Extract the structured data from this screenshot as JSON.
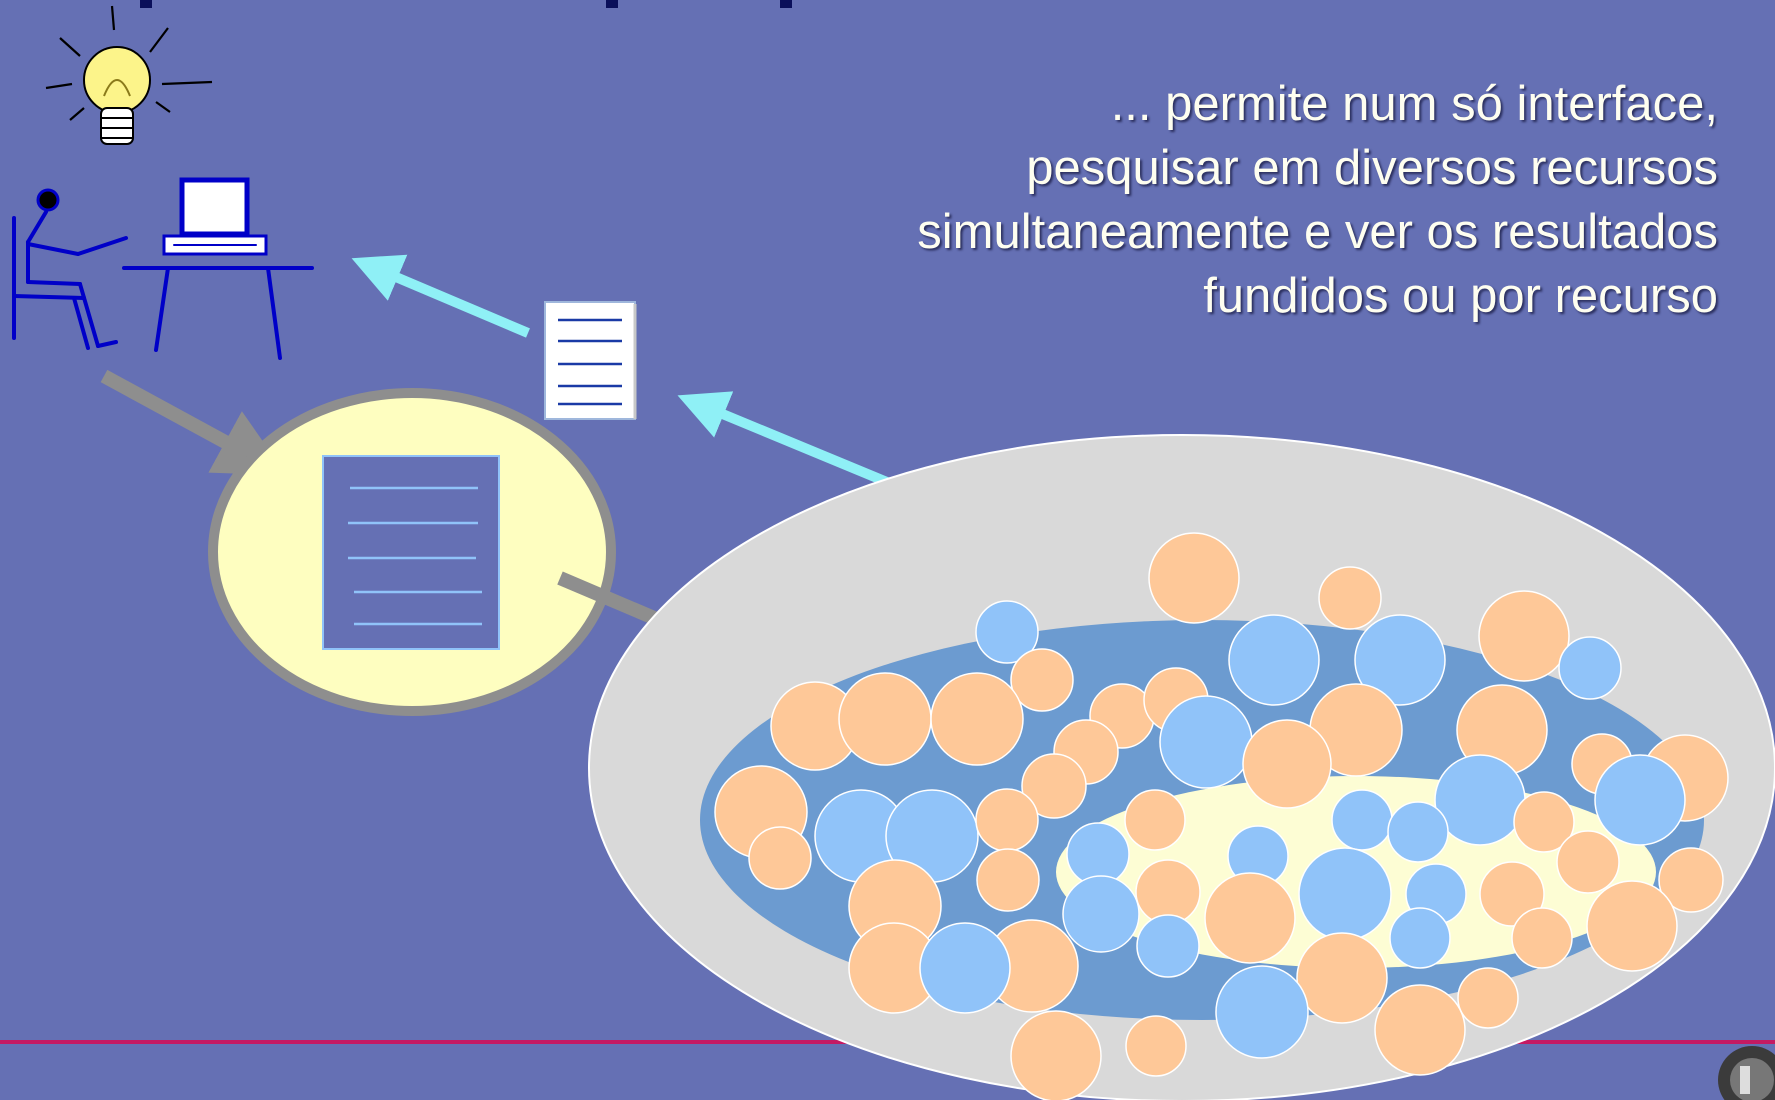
{
  "caption": {
    "lines": [
      "... permite num só interface,",
      "pesquisar em diversos recursos",
      "simultaneamente e ver os resultados",
      "fundidos ou por recurso"
    ]
  },
  "colors": {
    "background": "#6570b4",
    "query_arrow": "#8e8e8e",
    "result_arrow": "#8ff0f6",
    "query_bubble": "#fefec0",
    "resource_pool_outer": "#d9d9d9",
    "resource_pool_inner": "#6c9bd0",
    "resource_pool_core": "#fdfdd4",
    "resource_orange": "#fec898",
    "resource_blue": "#90c3f9",
    "bottom_rule": "#c41a63",
    "person_and_desk": "#0000c8"
  },
  "icons": [
    "lightbulb-icon",
    "user-at-computer-icon",
    "document-icon",
    "logo-icon"
  ]
}
